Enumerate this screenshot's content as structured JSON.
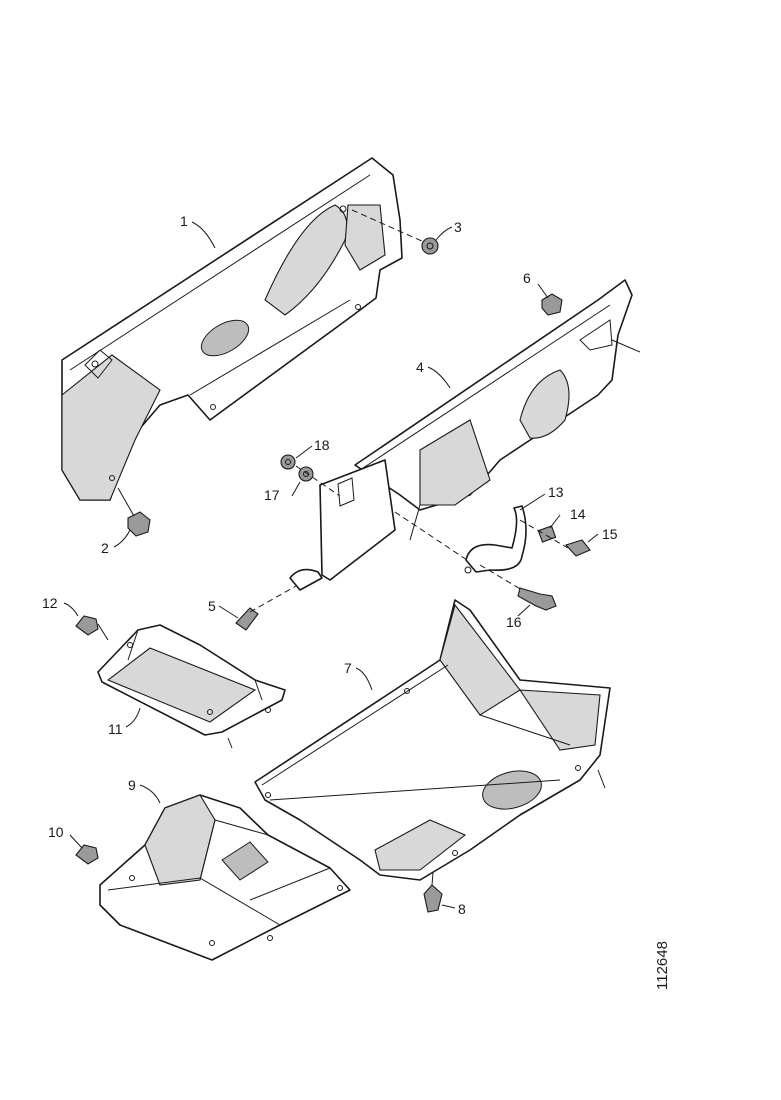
{
  "drawing": {
    "reference_number": "112648",
    "callouts": {
      "c1": "1",
      "c2": "2",
      "c3": "3",
      "c4": "4",
      "c5": "5",
      "c6": "6",
      "c7": "7",
      "c8": "8",
      "c9": "9",
      "c10": "10",
      "c11": "11",
      "c12": "12",
      "c13": "13",
      "c14": "14",
      "c15": "15",
      "c16": "16",
      "c17": "17",
      "c18": "18"
    }
  }
}
